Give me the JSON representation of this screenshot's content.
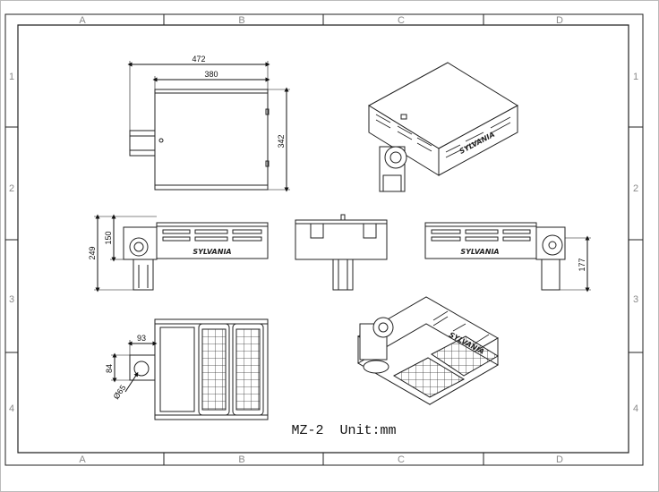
{
  "frame": {
    "columns": [
      "A",
      "B",
      "C",
      "D"
    ],
    "rows": [
      "1",
      "2",
      "3",
      "4"
    ]
  },
  "dimensions": {
    "overall_width": "472",
    "body_width": "380",
    "height_front": "342",
    "height_side": "249",
    "body_height_side": "150",
    "bracket_height": "177",
    "bracket_offset_x": "93",
    "bracket_offset_y": "84",
    "pole_diameter": "Ø65"
  },
  "brand": "SYLVANIA",
  "title": "MZ-2  Unit:mm"
}
